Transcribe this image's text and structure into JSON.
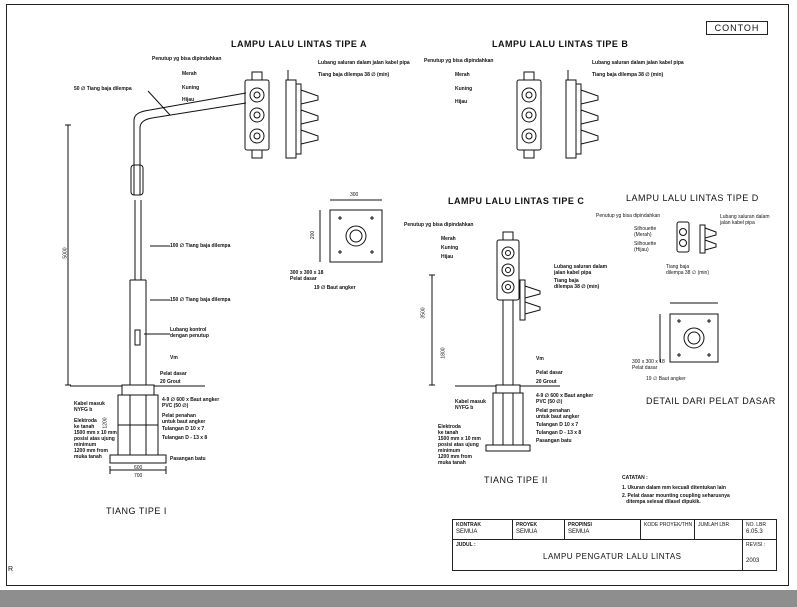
{
  "badge": "CONTOH",
  "titles": {
    "type_a": "LAMPU LALU LINTAS TIPE A",
    "type_b": "LAMPU LALU LINTAS TIPE B",
    "type_c": "LAMPU LALU LINTAS TIPE C",
    "type_d": "LAMPU LALU LINTAS TIPE D",
    "tiang_1": "TIANG TIPE I",
    "tiang_2": "TIANG TIPE II",
    "detail_plate": "DETAIL DARI PELAT DASAR"
  },
  "labels_a": {
    "cover": "Penutup yg bisa dipindahkan",
    "red": "Merah",
    "yellow": "Kuning",
    "green": "Hijau",
    "cable_hole": "Lubang saluran dalam jalan kabel pipa",
    "pole_welded": "Tiang baja dilempa 38 ∅ (min)"
  },
  "labels_b": {
    "cover": "Penutup yg bisa dipindahkan",
    "red": "Merah",
    "yellow": "Kuning",
    "green": "Hijau",
    "cable_hole": "Lubang saluran dalam jalan kabel pipa",
    "pole_welded": "Tiang baja dilempa 38 ∅ (min)"
  },
  "labels_c": {
    "cover": "Penutup yg bisa dipindahkan",
    "red": "Merah",
    "yellow": "Kuning",
    "green": "Hijau",
    "cable_hole": "Lubang saluran dalam\njalan kabel pipa",
    "pole_welded": "Tiang baja\ndilempa 38 ∅ (min)"
  },
  "labels_d": {
    "cover": "Penutup yg bisa dipindahkan",
    "s_red": "Silhouette\n(Merah)",
    "s_green": "Silhouette\n(Hijau)",
    "cable_hole": "Lubang saluran dalam\njalan kabel pipa",
    "pole_welded": "Tiang baja\ndilempa 38 ∅ (min)"
  },
  "pole1": {
    "arm": "50 ∅ Tiang baja dilempa",
    "pole_100": "100 ∅ Tiang baja dilempa",
    "pole_150": "150 ∅ Tiang baja dilempa",
    "control_hole": "Lubang kontrol\ndengan penutup",
    "vm": "Vm",
    "base_plate": "Pelat dasar",
    "grout": "20 Grout",
    "anchor": "4-9 ∅ 600 x Baut angker\nPVC (50 ∅)",
    "cable_in": "Kabel masuk\nNYFG b",
    "holder": "Pelat penahan\nuntuk baut angker",
    "rebar_1": "Tulangan D 10 x 7",
    "rebar_2": "Tulangan D - 13 x 8",
    "electrode": "Elektroda\nke tanah\n1500 mm x 10 mm\nposisi atas ujung\nminimum\n1200 mm from\nmuka tanah",
    "masonry": "Pasangan batu",
    "dim_5000": "5000",
    "dim_600": "600",
    "dim_700": "700",
    "dim_1200": "1200"
  },
  "pole2": {
    "vm": "Vm",
    "base_plate": "Pelat dasar",
    "grout": "20 Grout",
    "anchor": "4-9 ∅ 600 x Baut angker\nPVC (50 ∅)",
    "cable_in": "Kabel masuk\nNYFG b",
    "holder": "Pelat penahan\nuntuk baut angker",
    "rebar_1": "Tulangan D 10 x 7",
    "rebar_2": "Tulangan D - 13 x 8",
    "masonry": "Pasangan batu",
    "electrode": "Elektroda\nke tanah\n1500 mm x 10 mm\nposisi atas ujung\nminimum\n1200 mm from\nmuka tanah",
    "dim_3500": "3500",
    "dim_1800": "1800"
  },
  "plate_detail": {
    "size": "300 x 300 x 18\nPelat dasar",
    "bolt": "19 ∅ Baut angker",
    "dim_300": "300",
    "dim_200": "200"
  },
  "notes": {
    "heading": "CATATAN :",
    "note_1": "1. Ukuran dalam mm kecuali ditentukan lain",
    "note_2": "2. Pelat dasar mounting coupling seharusnya\n   ditempa selesai dilasel dipukik."
  },
  "title_block": {
    "kontrak_h": "KONTRAK",
    "kontrak_v": "SEMUA",
    "proyek_h": "PROYEK",
    "proyek_v": "SEMUA",
    "propinsi_h": "PROPINSI",
    "propinsi_v": "SEMUA",
    "kode_h": "KODE PROYEK/THN",
    "jumlah_h": "JUMLAH LBR",
    "no_lbr_h": "NO. LBR",
    "no_lbr_v": "6.05.3",
    "judul_h": "JUDUL :",
    "judul_v": "LAMPU PENGATUR LALU LINTAS",
    "revisi_h": "REVISI :",
    "revisi_v": "2003"
  },
  "corner_mark": "R"
}
